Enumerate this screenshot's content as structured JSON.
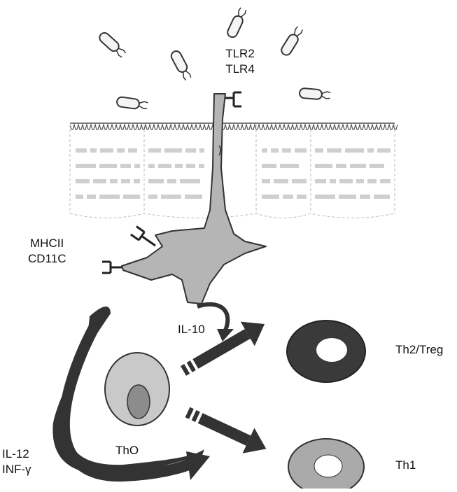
{
  "labels": {
    "tlr2": "TLR2",
    "tlr4": "TLR4",
    "mhcii": "MHCII",
    "cd11c": "CD11C",
    "il10": "IL-10",
    "th2treg": "Th2/Treg",
    "th1": "Th1",
    "th0": "ThO",
    "il12": "IL-12",
    "infg": "INF-γ"
  },
  "epithelium_text_rows": 4,
  "colors": {
    "dendritic_cell": "#b5b5b5",
    "outline": "#333333",
    "th2_cell": "#3a3a3a",
    "th1_cell": "#aaaaaa",
    "th0_cell": "#c9c9c9",
    "arrow": "#333333",
    "bacterium": "#f4f4f4"
  }
}
